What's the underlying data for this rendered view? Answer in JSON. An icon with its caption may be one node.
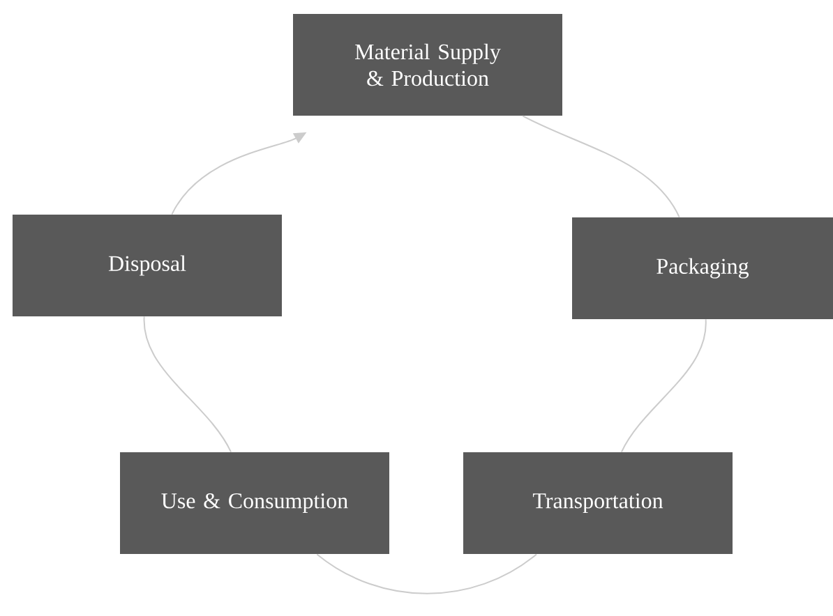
{
  "diagram": {
    "nodes": [
      {
        "text": [
          "Material Supply & Production"
        ]
      },
      {
        "text": [
          "Packaging"
        ]
      },
      {
        "text": [
          "Transportation"
        ]
      },
      {
        "text": [
          "Use & Consumption"
        ]
      },
      {
        "text": [
          "Disposal"
        ]
      }
    ],
    "edges": [
      {
        "from": 0,
        "to": 1,
        "arrow": "none"
      },
      {
        "from": 1,
        "to": 2,
        "arrow": "none"
      },
      {
        "from": 2,
        "to": 3,
        "arrow": "none"
      },
      {
        "from": 3,
        "to": 4,
        "arrow": "none"
      },
      {
        "from": 4,
        "to": 0,
        "arrow": "to"
      }
    ]
  }
}
